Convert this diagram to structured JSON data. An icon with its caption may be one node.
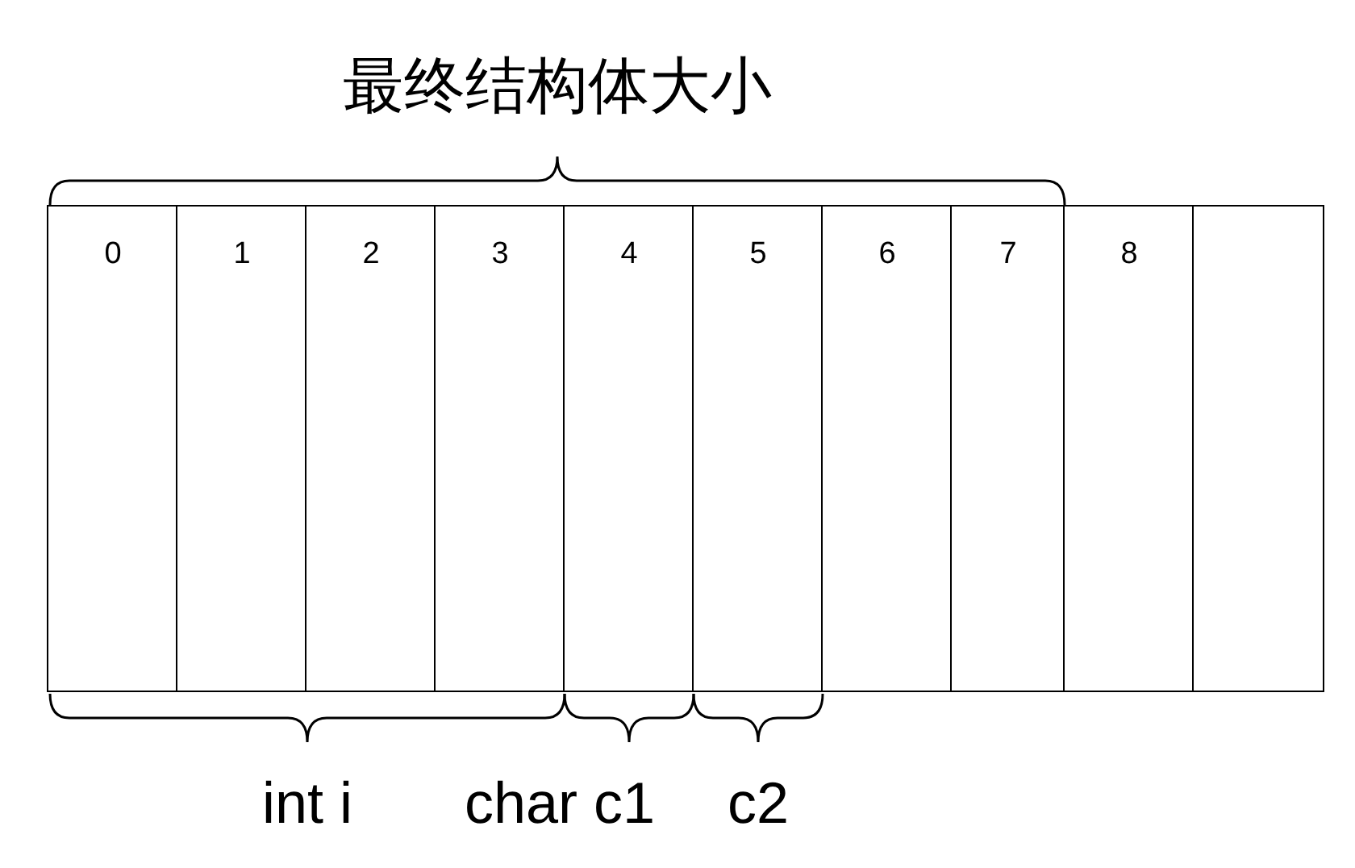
{
  "diagram": {
    "nodes": [
      {
        "text": [
          "0"
        ]
      },
      {
        "text": [
          "1"
        ]
      },
      {
        "text": [
          "2"
        ]
      },
      {
        "text": [
          "3"
        ]
      },
      {
        "text": [
          "4"
        ]
      },
      {
        "text": [
          "5"
        ]
      },
      {
        "text": [
          "6"
        ]
      },
      {
        "text": [
          "7"
        ]
      },
      {
        "text": [
          "8"
        ]
      },
      {
        "text": [],
        "shape": "box"
      }
    ],
    "labels": [
      "最终结构体大小",
      "int i",
      "char c1",
      "c2"
    ]
  }
}
